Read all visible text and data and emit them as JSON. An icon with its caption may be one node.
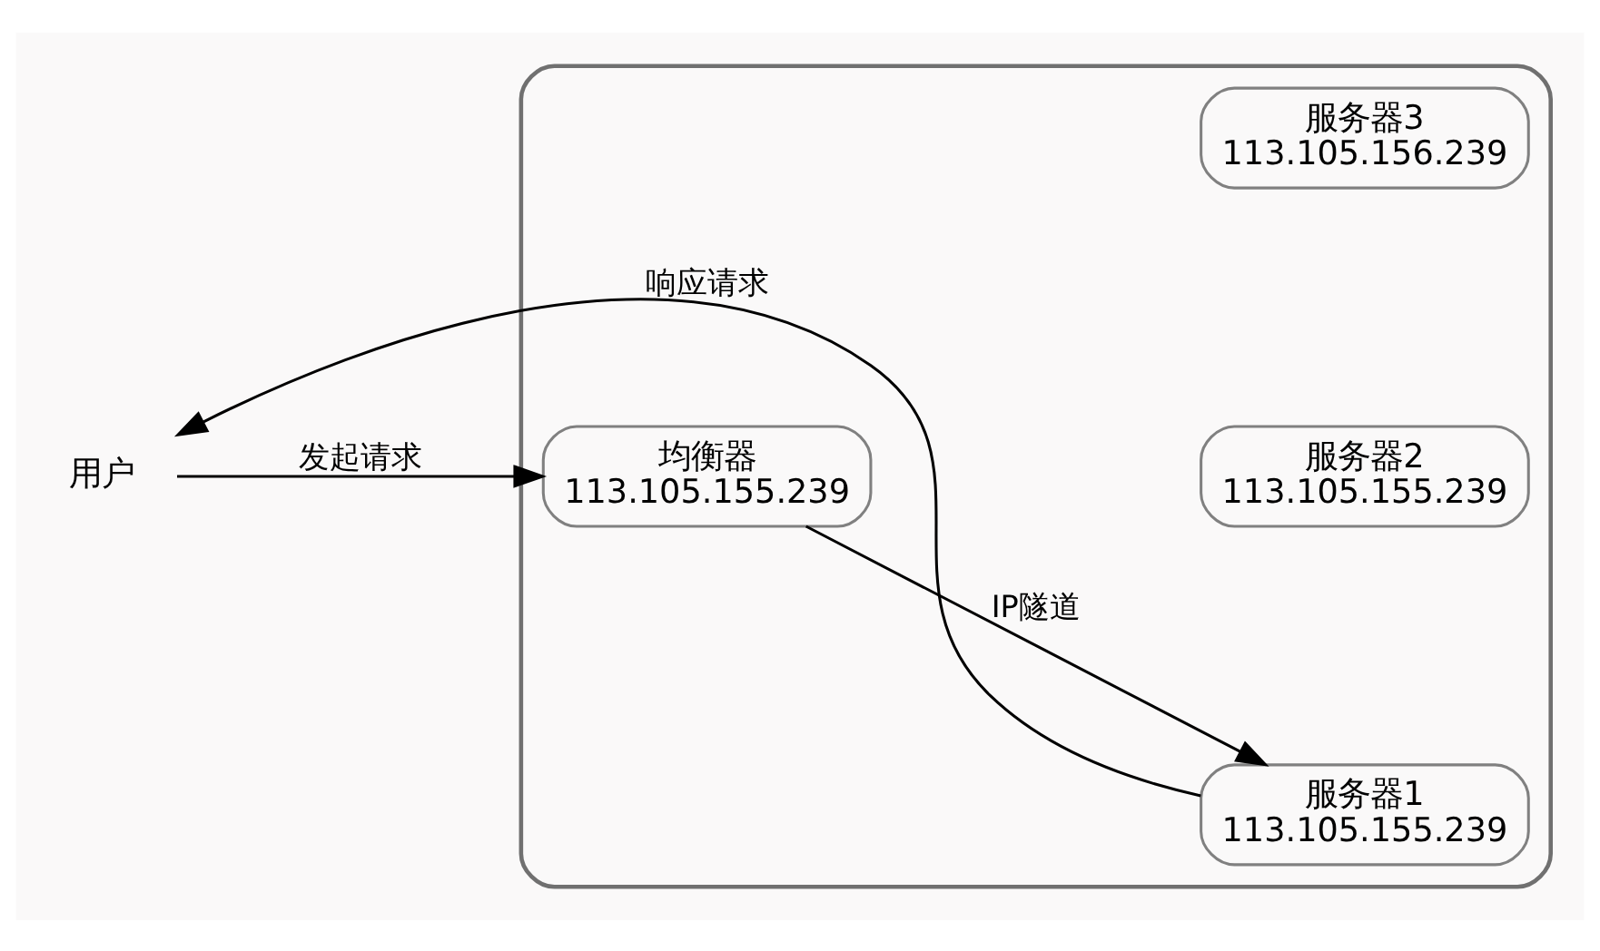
{
  "diagram": {
    "nodes": [
      {
        "text": [],
        "shape": "box"
      },
      {
        "text": [
          "用户"
        ]
      },
      {
        "text": [
          "均衡器",
          "113.105.155.239"
        ],
        "in": 0
      },
      {
        "text": [
          "服务器1",
          "113.105.155.239"
        ],
        "in": 0
      },
      {
        "text": [
          "服务器2",
          "113.105.155.239"
        ],
        "in": 0
      },
      {
        "text": [
          "服务器3",
          "113.105.156.239"
        ],
        "in": 0
      }
    ],
    "edges": [
      {
        "from": 1,
        "to": 2,
        "arrow": "to",
        "label": "发起请求"
      },
      {
        "from": 2,
        "to": 3,
        "arrow": "to",
        "label": "IP隧道"
      },
      {
        "from": 3,
        "to": 1,
        "arrow": "to",
        "label": "响应请求"
      }
    ]
  }
}
